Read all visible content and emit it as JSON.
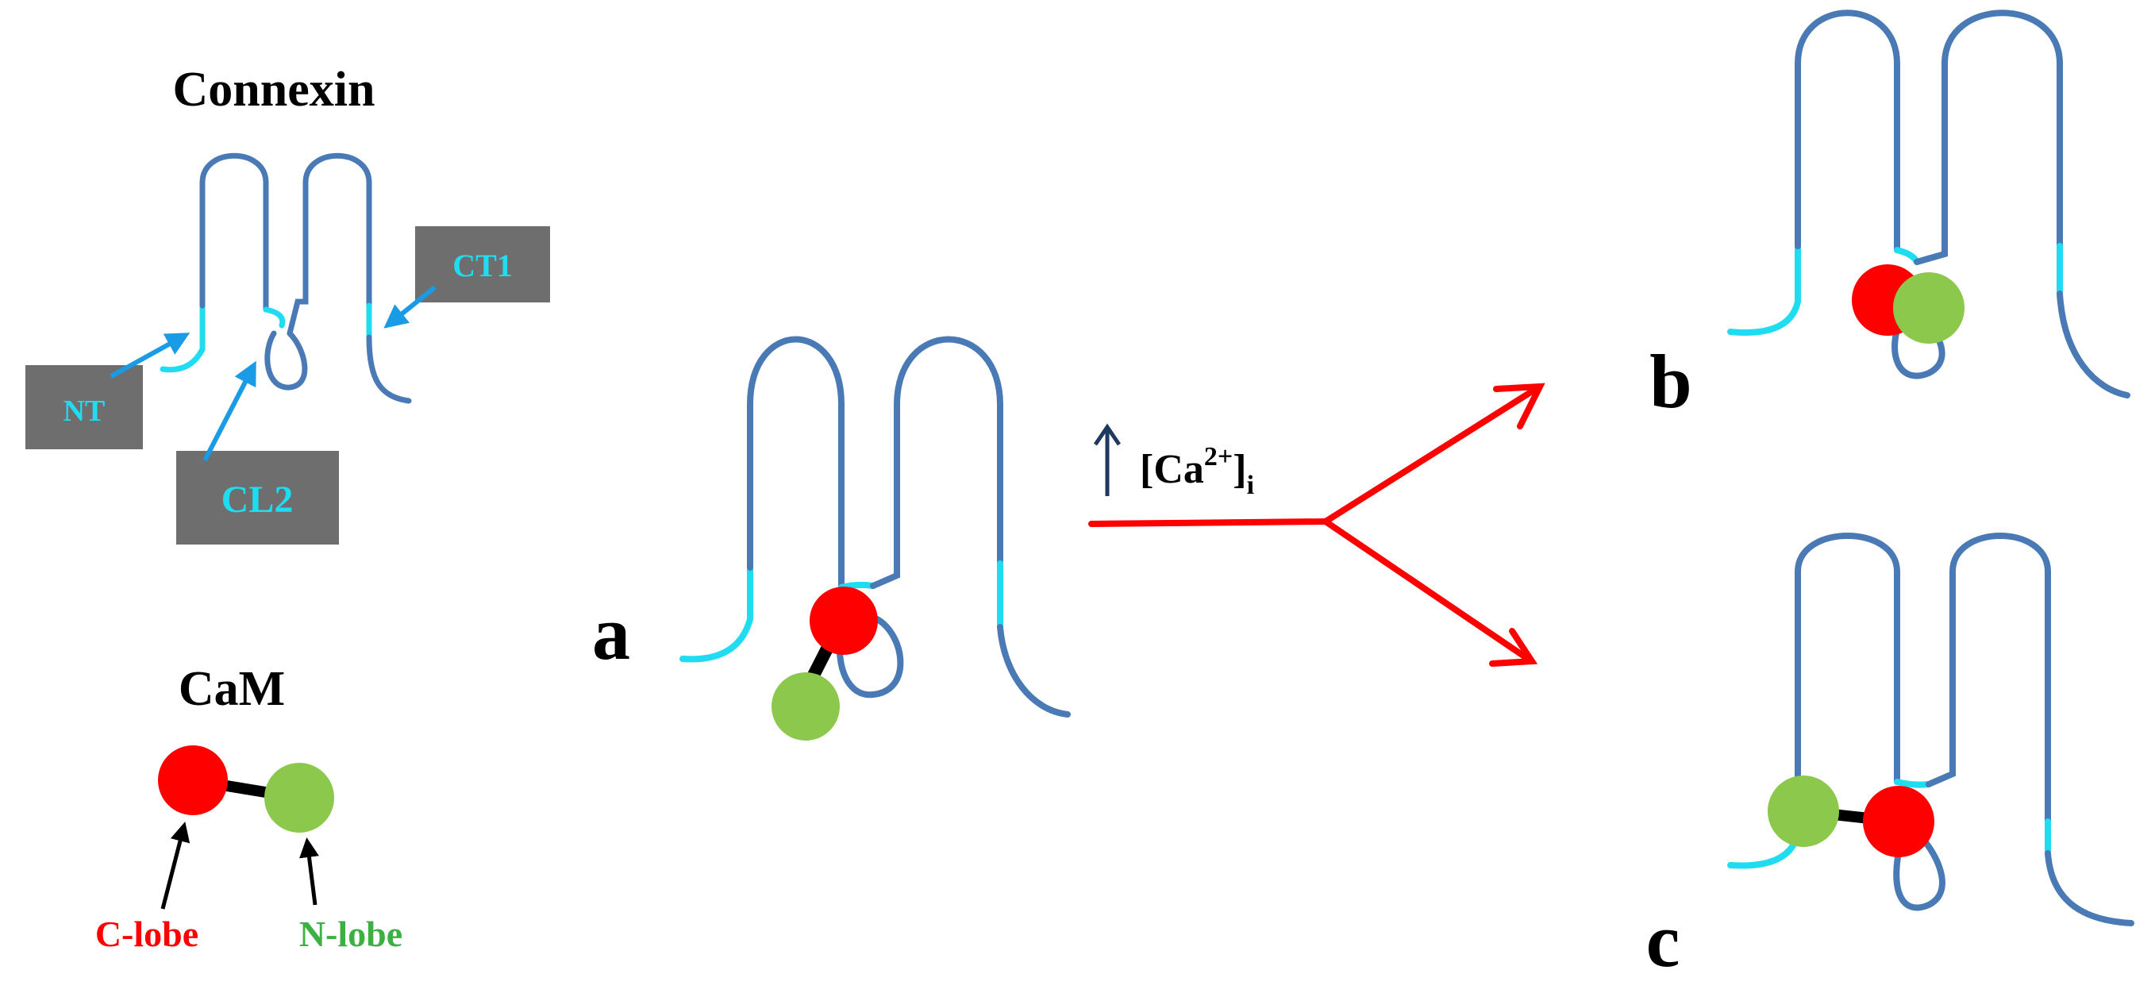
{
  "legend": {
    "connexin_title": "Connexin",
    "cam_title": "CaM",
    "labels": {
      "nt": "NT",
      "cl2": "CL2",
      "ct1": "CT1"
    },
    "clobe_label": "C-lobe",
    "nlobe_label": "N-lobe"
  },
  "center": {
    "stimulus_base": "[Ca",
    "stimulus_sup": "2+",
    "stimulus_close": "]",
    "stimulus_sub": "i"
  },
  "panels": {
    "a": "a",
    "b": "b",
    "c": "c"
  },
  "colors": {
    "membrane": "#4a7ab5",
    "cyan": "#1fdcf0",
    "label_box": "#6e6e6e",
    "label_arrow": "#1a9be6",
    "c_lobe": "#ff0000",
    "n_lobe": "#8cc84b",
    "arrow_red": "#ff0000",
    "up_arrow": "#1f3a5f",
    "clobe_text": "#ff0000",
    "nlobe_text": "#3cb043"
  }
}
